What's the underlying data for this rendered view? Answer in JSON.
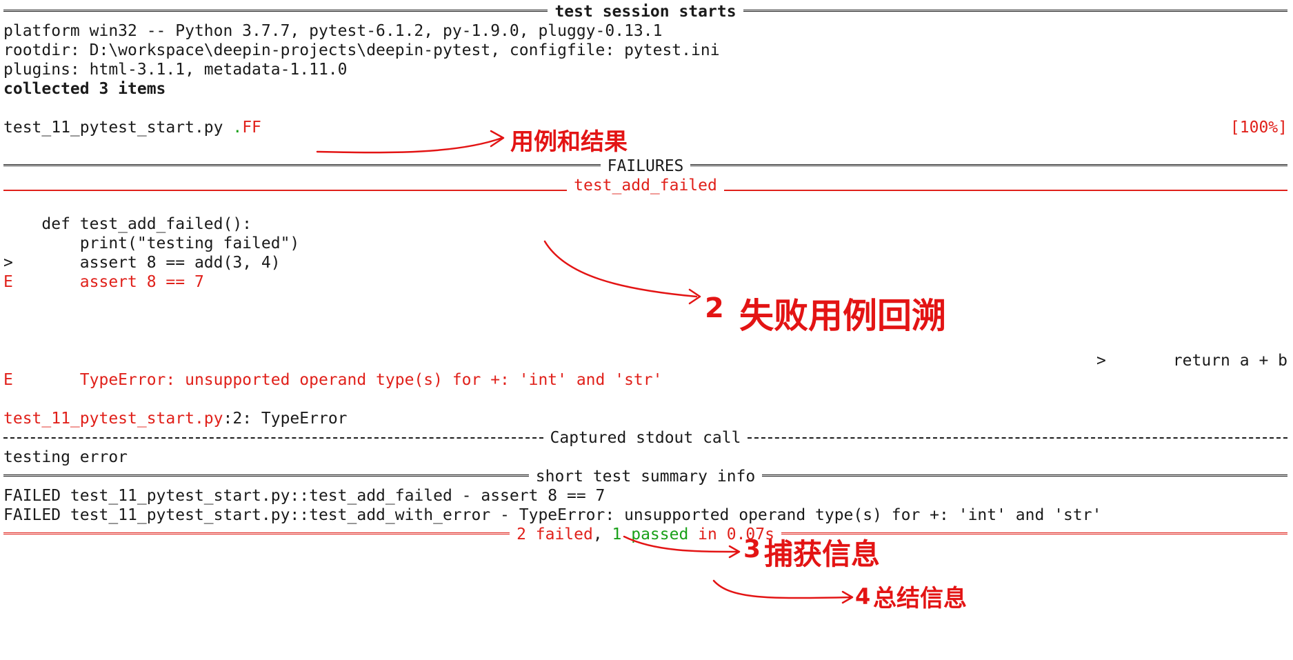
{
  "session_header": {
    "title": "test session starts"
  },
  "info_lines": {
    "platform": "platform win32 -- Python 3.7.7, pytest-6.1.2, py-1.9.0, pluggy-0.13.1",
    "rootdir": "rootdir: D:\\workspace\\deepin-projects\\deepin-pytest, configfile: pytest.ini",
    "plugins": "plugins: html-3.1.1, metadata-1.11.0",
    "collected": "collected 3 items"
  },
  "progress": {
    "filename": "test_11_pytest_start.py ",
    "pass_mark": ".",
    "fail_marks": "FF",
    "percent": "[100%]"
  },
  "failures": {
    "header": "FAILURES",
    "test_name": "test_add_failed",
    "code": [
      {
        "prefix": "",
        "text": "    def test_add_failed():"
      },
      {
        "prefix": "",
        "text": "        print(\"testing failed\")"
      },
      {
        "prefix": ">",
        "text": "       assert 8 == add(3, 4)"
      },
      {
        "prefix": "E",
        "text": "       assert 8 == 7"
      }
    ],
    "return_line": ">       return a + b",
    "type_error": "E       TypeError: unsupported operand type(s) for +: 'int' and 'str'",
    "location_file": "test_11_pytest_start.py",
    "location_rest": ":2: TypeError"
  },
  "captured": {
    "header": "Captured stdout call",
    "output": "testing error"
  },
  "summary": {
    "header": "short test summary info",
    "lines": [
      "FAILED test_11_pytest_start.py::test_add_failed - assert 8 == 7",
      "FAILED test_11_pytest_start.py::test_add_with_error - TypeError: unsupported operand type(s) for +: 'int' and 'str'"
    ],
    "final_failed": "2 failed",
    "final_comma": ", ",
    "final_passed": "1 passed",
    "final_time": " in 0.07s"
  },
  "annotations": {
    "a1": "用例和结果",
    "a2_num": "2",
    "a2": "失败用例回溯",
    "a3_num": "3",
    "a3": "捕获信息",
    "a4_num": "4",
    "a4": "总结信息"
  },
  "colors": {
    "red": "#e0201a",
    "green": "#19a019",
    "annotation_red": "#e31414",
    "text": "#1a1a1a"
  }
}
